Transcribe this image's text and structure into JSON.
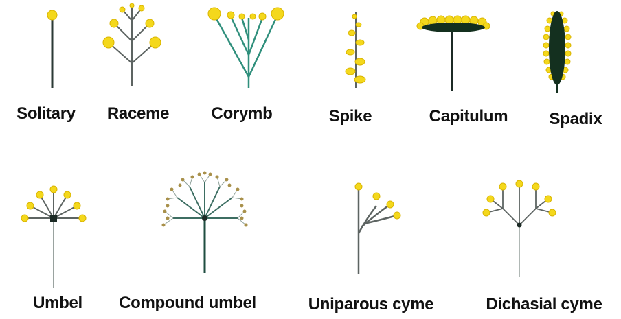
{
  "colors": {
    "flower": "#f4d81c",
    "flower_edge": "#d9b400",
    "stalk_dark": "#2b3a36",
    "stalk_teal": "#2f8f7c",
    "stalk_grey": "#9aa3a0",
    "receptacle": "#14301f",
    "bud": "#a8904a"
  },
  "labels": {
    "solitary": "Solitary",
    "raceme": "Raceme",
    "corymb": "Corymb",
    "spike": "Spike",
    "capitulum": "Capitulum",
    "spadix": "Spadix",
    "umbel": "Umbel",
    "compound_umbel": "Compound umbel",
    "uniparous_cyme": "Uniparous cyme",
    "dichasial_cyme": "Dichasial cyme"
  }
}
